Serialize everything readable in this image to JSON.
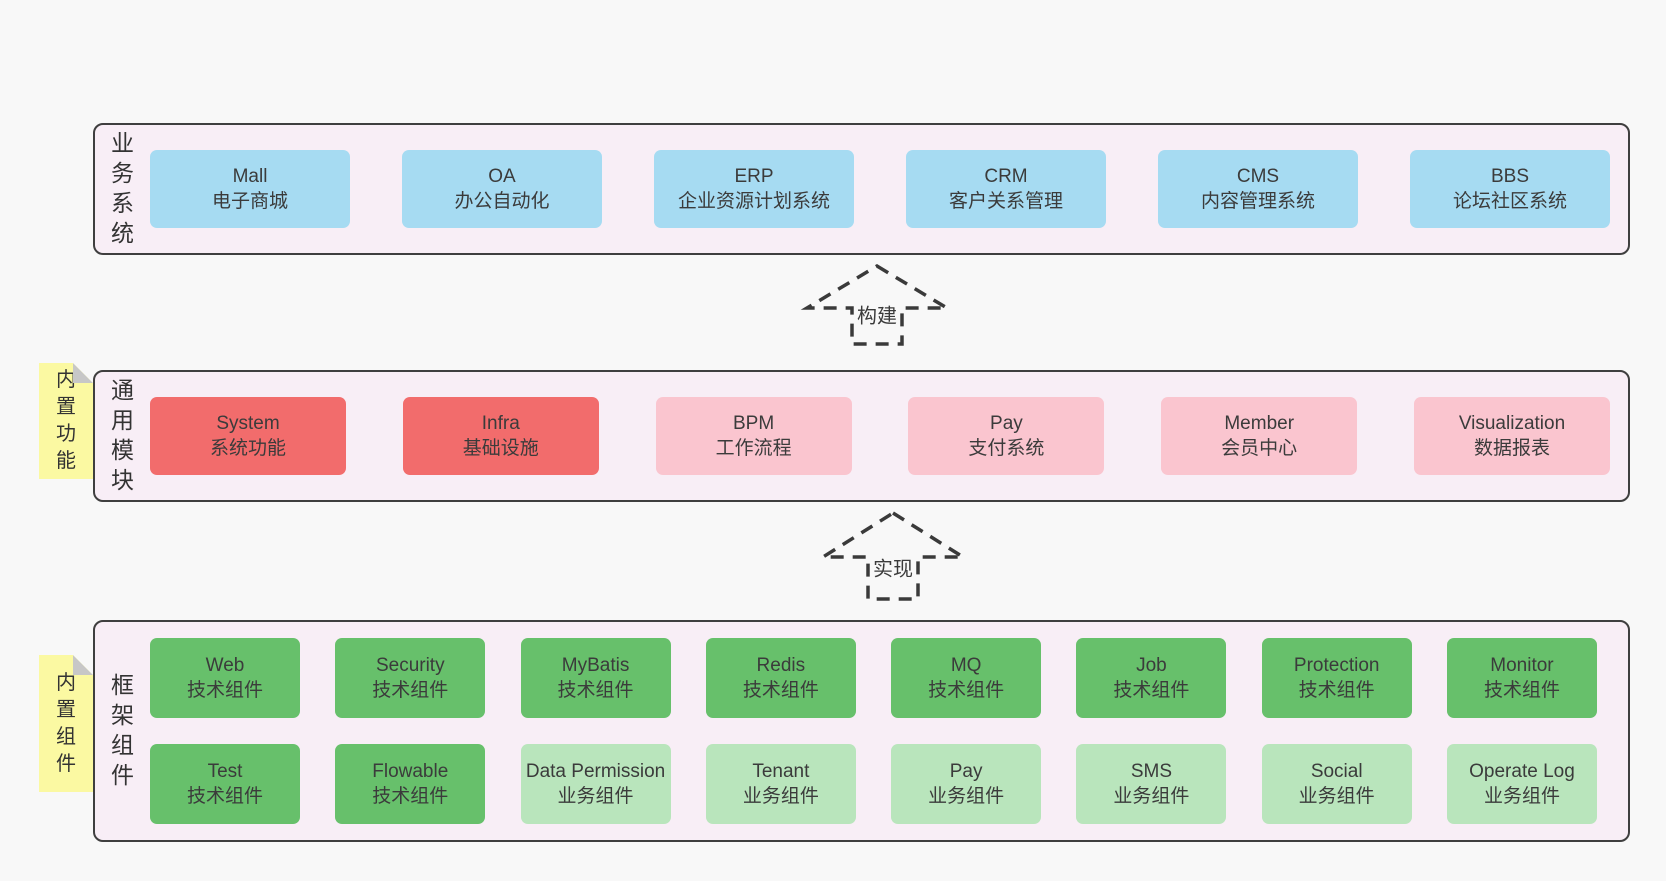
{
  "diagram_title": "ruoyi-vue-pro style architecture diagram",
  "colors": {
    "page_background": "#f8f8f8",
    "band_background": "#f8eef6",
    "band_border": "#3f3f3f",
    "business_box": "#a6dbf2",
    "core_module_box": "#f26c6c",
    "module_box": "#fac5cf",
    "tech_component_box": "#67c06b",
    "biz_component_box": "#b9e5bc",
    "sticky_note": "#fbf9a2",
    "text": "#3b3b3b"
  },
  "arrows": [
    {
      "label": "构建"
    },
    {
      "label": "实现"
    }
  ],
  "bands": [
    {
      "label": "业\n务\n系\n统",
      "boxes": [
        {
          "title": "Mall",
          "subtitle": "电子商城"
        },
        {
          "title": "OA",
          "subtitle": "办公自动化"
        },
        {
          "title": "ERP",
          "subtitle": "企业资源计划系统"
        },
        {
          "title": "CRM",
          "subtitle": "客户关系管理"
        },
        {
          "title": "CMS",
          "subtitle": "内容管理系统"
        },
        {
          "title": "BBS",
          "subtitle": "论坛社区系统"
        }
      ]
    },
    {
      "label": "通\n用\n模\n块",
      "sticky": "内\n置\n功\n能",
      "boxes": [
        {
          "title": "System",
          "subtitle": "系统功能"
        },
        {
          "title": "Infra",
          "subtitle": "基础设施"
        },
        {
          "title": "BPM",
          "subtitle": "工作流程"
        },
        {
          "title": "Pay",
          "subtitle": "支付系统"
        },
        {
          "title": "Member",
          "subtitle": "会员中心"
        },
        {
          "title": "Visualization",
          "subtitle": "数据报表"
        }
      ]
    },
    {
      "label": "框\n架\n组\n件",
      "sticky": "内\n置\n组\n件",
      "rows": [
        [
          {
            "title": "Web",
            "subtitle": "技术组件"
          },
          {
            "title": "Security",
            "subtitle": "技术组件"
          },
          {
            "title": "MyBatis",
            "subtitle": "技术组件"
          },
          {
            "title": "Redis",
            "subtitle": "技术组件"
          },
          {
            "title": "MQ",
            "subtitle": "技术组件"
          },
          {
            "title": "Job",
            "subtitle": "技术组件"
          },
          {
            "title": "Protection",
            "subtitle": "技术组件"
          },
          {
            "title": "Monitor",
            "subtitle": "技术组件"
          }
        ],
        [
          {
            "title": "Test",
            "subtitle": "技术组件"
          },
          {
            "title": "Flowable",
            "subtitle": "技术组件"
          },
          {
            "title": "Data Permission",
            "subtitle": "业务组件"
          },
          {
            "title": "Tenant",
            "subtitle": "业务组件"
          },
          {
            "title": "Pay",
            "subtitle": "业务组件"
          },
          {
            "title": "SMS",
            "subtitle": "业务组件"
          },
          {
            "title": "Social",
            "subtitle": "业务组件"
          },
          {
            "title": "Operate Log",
            "subtitle": "业务组件"
          }
        ]
      ]
    }
  ]
}
